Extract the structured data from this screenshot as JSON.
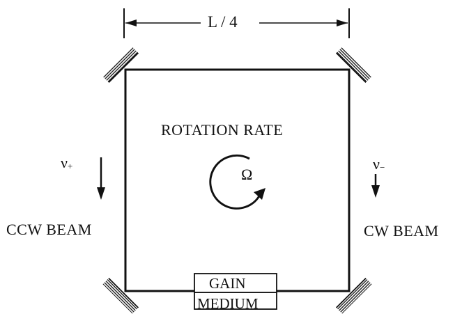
{
  "labels": {
    "length": "L / 4",
    "rotation_rate": "ROTATION RATE",
    "omega": "Ω",
    "ccw_frequency_symbol": "ν",
    "ccw_frequency_subscript": "+",
    "cw_frequency_symbol": "ν",
    "cw_frequency_subscript": "−",
    "ccw_beam": "CCW BEAM",
    "cw_beam": "CW BEAM",
    "gain": "GAIN",
    "medium": "MEDIUM"
  }
}
